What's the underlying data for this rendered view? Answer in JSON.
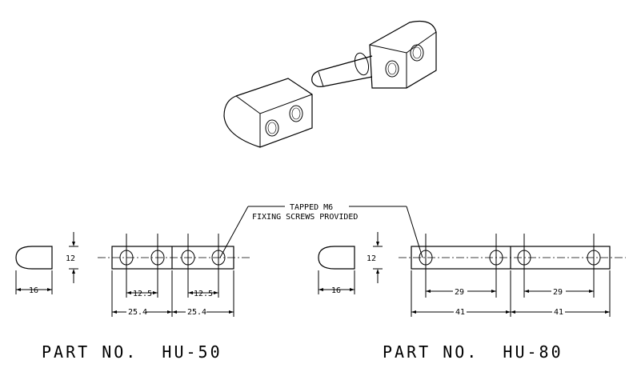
{
  "callout": {
    "line1": "TAPPED M6",
    "line2": "FIXING SCREWS PROVIDED"
  },
  "hu50": {
    "part_label": "PART NO.  HU-50",
    "height_dim": "12",
    "width_dim": "16",
    "hole_spacing_1": "12.5",
    "hole_spacing_2": "12.5",
    "block_length_1": "25.4",
    "block_length_2": "25.4"
  },
  "hu80": {
    "part_label": "PART NO.  HU-80",
    "height_dim": "12",
    "width_dim": "16",
    "hole_spacing_1": "29",
    "hole_spacing_2": "29",
    "block_length_1": "41",
    "block_length_2": "41"
  }
}
